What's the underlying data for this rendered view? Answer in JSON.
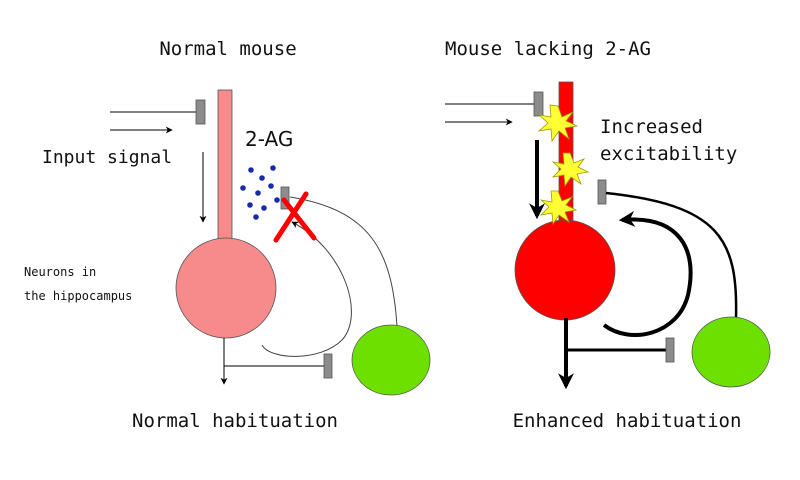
{
  "left_panel": {
    "title": "Normal mouse",
    "input_label": "Input signal",
    "messenger_label": "2-AG",
    "neuron_label_line1": "Neurons in",
    "neuron_label_line2": "the hippocampus",
    "outcome": "Normal habituation"
  },
  "right_panel": {
    "title": "Mouse lacking 2-AG",
    "effect_line1": "Increased",
    "effect_line2": "excitability",
    "outcome": "Enhanced habituation"
  },
  "colors": {
    "normal_neuron": "#f78a8a",
    "excited_neuron": "#ff0000",
    "interneuron": "#6ee000",
    "synapse_terminal": "#8c8c8c",
    "messenger_dots": "#1a2aa8",
    "block_mark": "#ff0000",
    "spark_fill": "#ffff33",
    "spark_stroke": "#9a9a00"
  },
  "icons": {
    "block": "red-x-icon",
    "excitation": "spark-burst-icon"
  }
}
